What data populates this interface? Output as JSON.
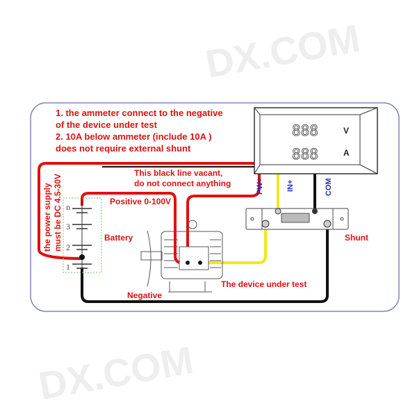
{
  "notes": {
    "line1": "1. the ammeter connect to the negative",
    "line2": "of the device under test",
    "line3": "2. 10A below ammeter (include 10A )",
    "line4": "does not require external shunt"
  },
  "meter": {
    "display_top": "888",
    "display_bottom": "888",
    "unit_top": "V",
    "unit_bottom": "A"
  },
  "terminals": {
    "pw": "PW+",
    "in": "IN+",
    "com": "COM"
  },
  "labels": {
    "vacant1": "This black line vacant,",
    "vacant2": "do not connect anything",
    "positive": "Positive 0-100V",
    "battery": "Battery",
    "shunt": "Shunt",
    "device": "The device under test",
    "negative": "Negative",
    "supply1": "the power supply",
    "supply2": "must be DC 4.5-30V"
  },
  "battery_cells": [
    "n",
    "3",
    "2",
    "1"
  ],
  "watermark": "DX.COM",
  "colors": {
    "red": "#e01010",
    "yellow": "#f0e818",
    "black": "#111111",
    "frame": "#7f86b8",
    "blue": "#2030c0"
  }
}
